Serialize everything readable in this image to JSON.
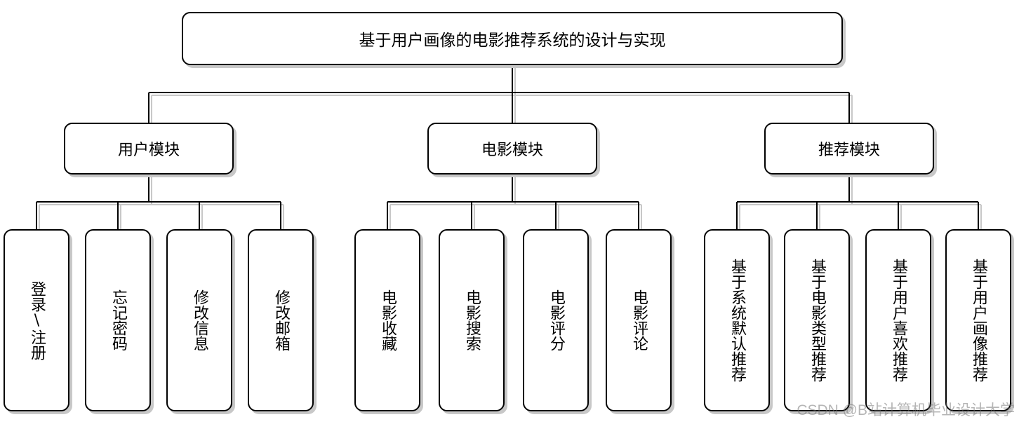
{
  "root": {
    "label": "基于用户画像的电影推荐系统的设计与实现"
  },
  "modules": [
    {
      "label": "用户模块",
      "children": [
        "登录\\注册",
        "忘记密码",
        "修改信息",
        "修改邮箱"
      ]
    },
    {
      "label": "电影模块",
      "children": [
        "电影收藏",
        "电影搜索",
        "电影评分",
        "电影评论"
      ]
    },
    {
      "label": "推荐模块",
      "children": [
        "基于系统默认推荐",
        "基于电影类型推荐",
        "基于用户喜欢推荐",
        "基于用户画像推荐"
      ]
    }
  ],
  "watermark": "CSDN @B站计算机毕业设计大学"
}
